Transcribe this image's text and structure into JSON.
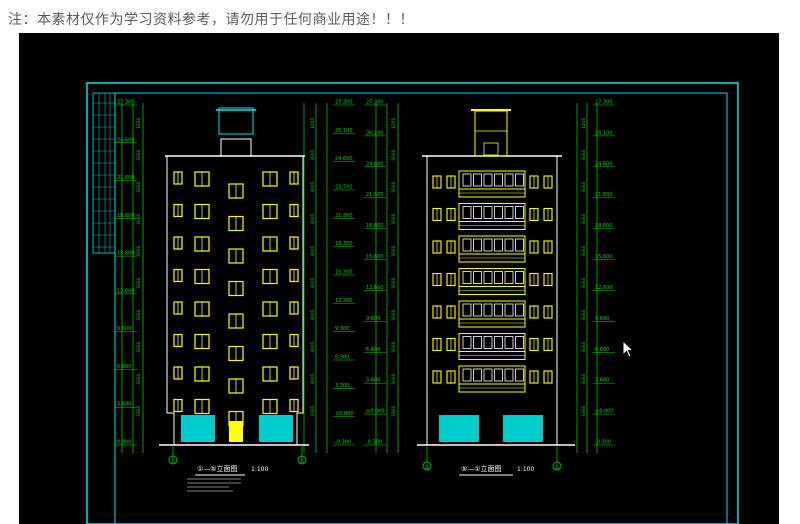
{
  "notice": {
    "text": "注：本素材仅作为学习资料参考，请勿用于任何商业用途！！！"
  },
  "drawing": {
    "background": "#000000",
    "colors": {
      "frame": "#00e5e5",
      "dim": "#00dd00",
      "facade": "#ffffff",
      "window": "#ffff00",
      "glass": "#00cccc"
    },
    "left_elevation": {
      "title": "①—⑤立面图",
      "scale": "1:100",
      "axis_left": "①",
      "axis_right": "⑤",
      "levels_right": [
        "27.300",
        "26.100",
        "24.600",
        "23.700",
        "21.300",
        "18.300",
        "15.300",
        "12.300",
        "9.300",
        "6.300",
        "3.300",
        "±0.000",
        "-0.300"
      ],
      "heights": [
        "1200",
        "3000",
        "3000",
        "3000",
        "3000",
        "3000",
        "3000",
        "3000",
        "3000",
        "3300"
      ],
      "levels_mid": [
        "27.300",
        "24.600",
        "21.600",
        "18.600",
        "15.600",
        "12.600",
        "9.600",
        "6.600",
        "3.600",
        "0.900"
      ]
    },
    "right_elevation": {
      "title": "⑤—①立面图",
      "scale": "1:100",
      "axis_left": "⑤",
      "axis_right": "①",
      "levels_left": [
        "27.300",
        "26.100",
        "24.600",
        "21.600",
        "18.600",
        "15.600",
        "12.600",
        "9.600",
        "6.600",
        "3.600",
        "±0.000",
        "-0.300"
      ],
      "levels_right": [
        "27.300",
        "26.100",
        "24.600",
        "21.600",
        "18.600",
        "15.600",
        "12.600",
        "9.600",
        "6.600",
        "3.600",
        "±0.000",
        "-0.300"
      ]
    }
  },
  "cursor": {
    "icon": "arrow-cursor-icon"
  }
}
